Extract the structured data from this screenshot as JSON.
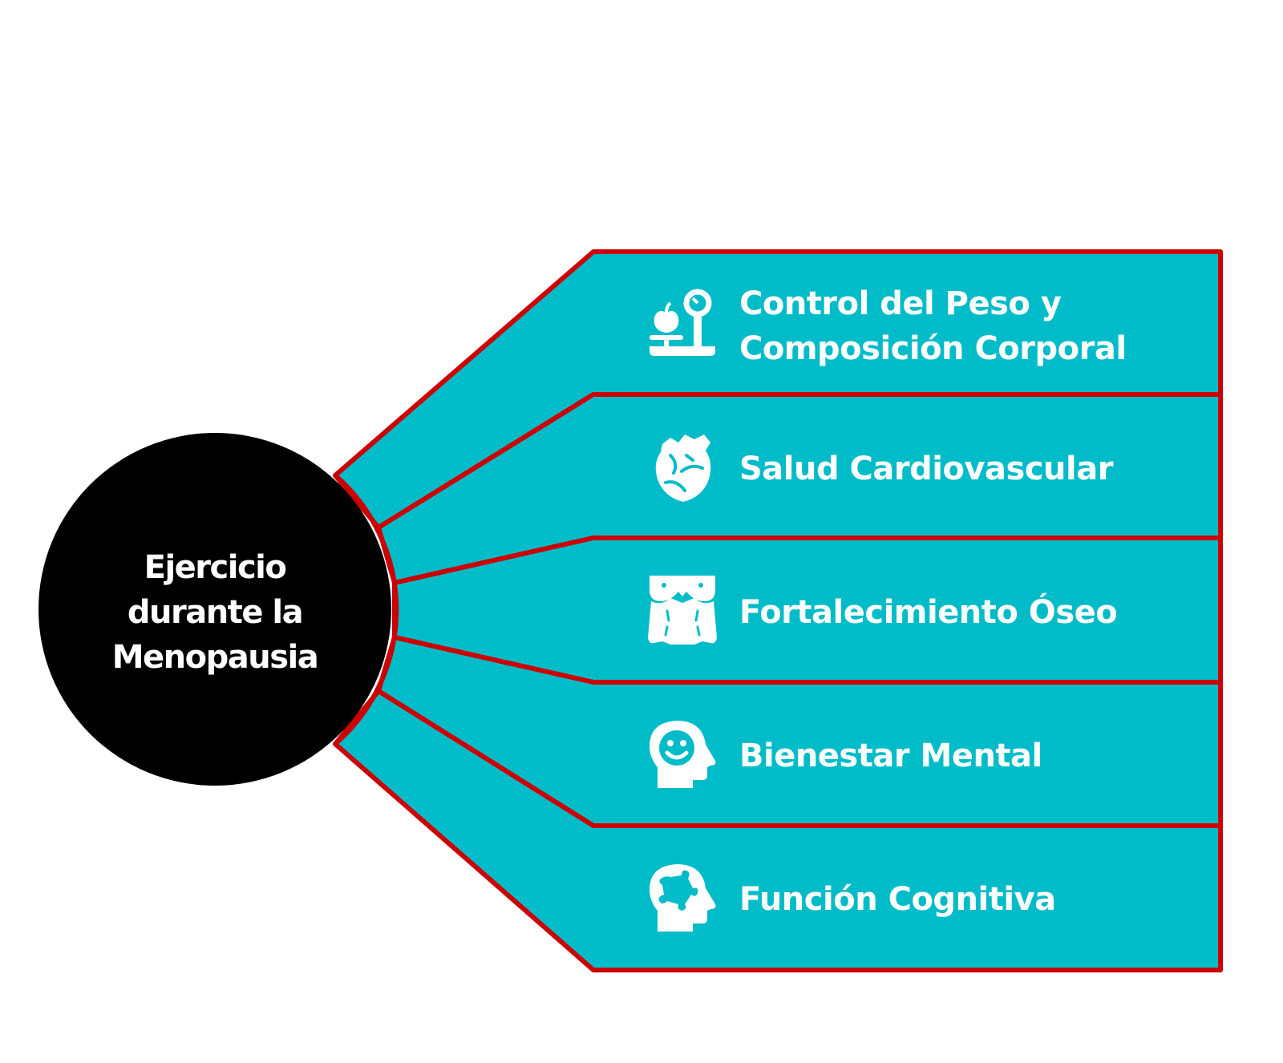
{
  "colors": {
    "band_fill": "#00BCC8",
    "border": "#CC0000",
    "center_fill": "#000000",
    "text": "#FFFFFF"
  },
  "center": {
    "lines": [
      "Ejercicio",
      "durante la",
      "Menopausia"
    ]
  },
  "items": [
    {
      "lines": [
        "Control del Peso y",
        "Composición Corporal"
      ],
      "icon": "scale-apple-icon"
    },
    {
      "lines": [
        "Salud Cardiovascular"
      ],
      "icon": "heart-organ-icon"
    },
    {
      "lines": [
        "Fortalecimiento Óseo"
      ],
      "icon": "torso-icon"
    },
    {
      "lines": [
        "Bienestar Mental"
      ],
      "icon": "happy-head-icon"
    },
    {
      "lines": [
        "Función Cognitiva"
      ],
      "icon": "puzzle-head-icon"
    }
  ]
}
